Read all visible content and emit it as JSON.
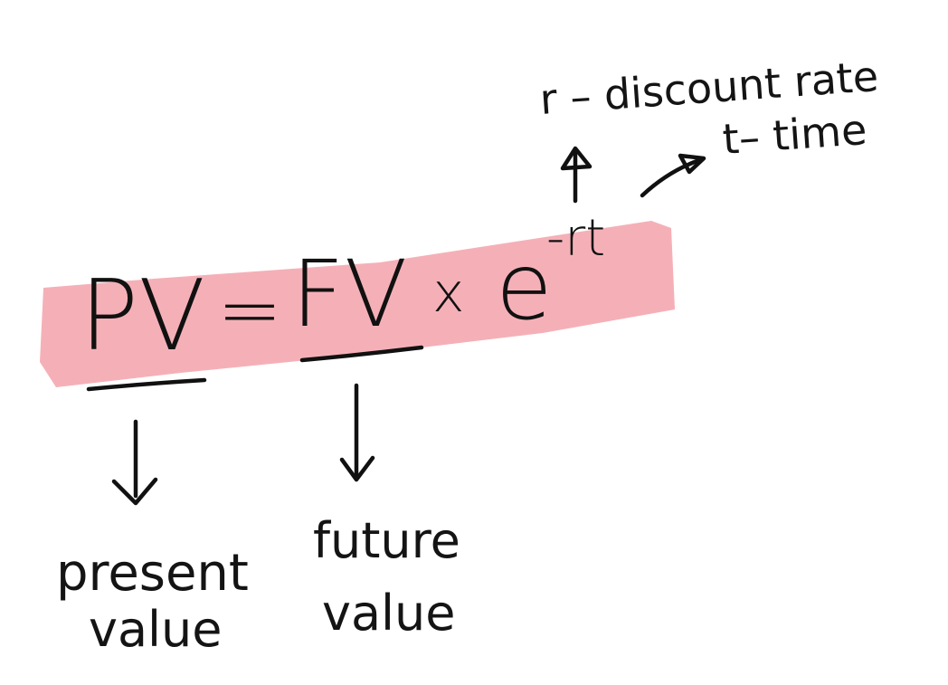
{
  "formula": {
    "lhs": "PV",
    "equals": "=",
    "fv": "FV",
    "times": "x",
    "base": "e",
    "exponent": "-rt",
    "highlight_color": "#f4a9b1"
  },
  "labels": {
    "present_value_line1": "present",
    "present_value_line2": "value",
    "future_value_line1": "future",
    "future_value_line2": "value",
    "r_definition": "r – discount rate",
    "t_definition": "t– time"
  },
  "ink_color": "#111111"
}
